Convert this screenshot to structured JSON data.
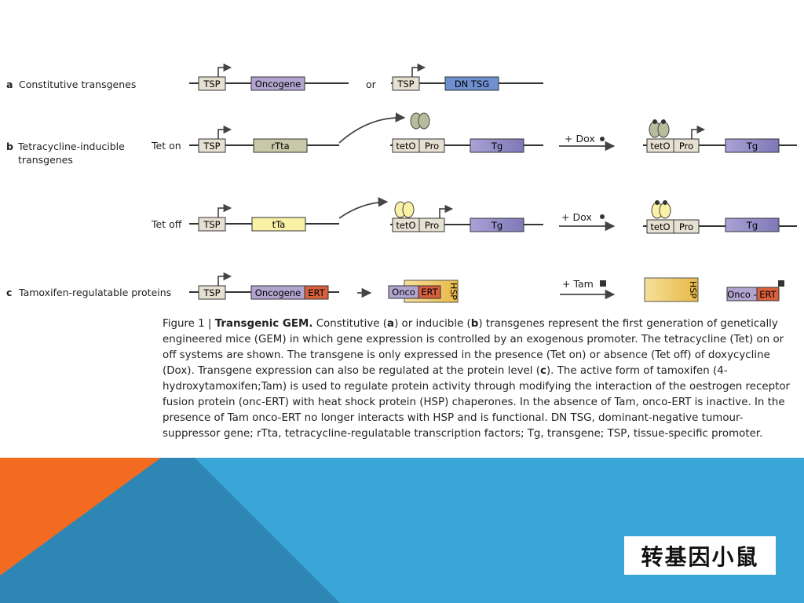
{
  "panels": {
    "a": {
      "letter": "a",
      "title": "Constitutive transgenes",
      "or": "or"
    },
    "b": {
      "letter": "b",
      "title_line1": "Tetracycline-inducible",
      "title_line2": "transgenes",
      "tet_on": "Tet on",
      "tet_off": "Tet off",
      "dox": "+ Dox"
    },
    "c": {
      "letter": "c",
      "title": "Tamoxifen-regulatable proteins",
      "tam": "+ Tam"
    }
  },
  "boxes": {
    "tsp": "TSP",
    "oncogene": "Oncogene",
    "dn_tsg": "DN TSG",
    "rtta": "rTta",
    "tta": "tTa",
    "teto": "tetO",
    "pro": "Pro",
    "tg": "Tg",
    "ert": "ERT",
    "onco": "Onco",
    "onco_dash": "Onco -",
    "hsp": "HSP"
  },
  "caption": {
    "fig": "Figure 1 | ",
    "title": "Transgenic GEM.",
    "t1": " Constitutive (",
    "a": "a",
    "t2": ") or inducible (",
    "b": "b",
    "t3": ") transgenes represent the first generation of genetically engineered mice (GEM) in which gene expression is controlled by an exogenous promoter. The tetracycline (Tet) on or off systems are shown. The transgene is only expressed in the presence (Tet on) or absence (Tet off) of doxycycline (Dox). Transgene expression can also be regulated at the protein level (",
    "c": "c",
    "t4": "). The active form of tamoxifen (4-hydroxytamoxifen;Tam) is used to regulate protein activity through modifying the interaction of the oestrogen receptor fusion protein (onc-ERT) with heat shock protein (HSP) chaperones. In the absence of Tam, onco-ERT is inactive. In the presence of Tam onco-ERT no longer interacts with HSP and is functional. DN TSG, dominant-negative tumour-suppressor gene; rTta, tetracycline-regulatable transcription factors; Tg, transgene; TSP, tissue-specific promoter."
  },
  "slide_title": "转基因小鼠",
  "colors": {
    "orange": "#f26b21",
    "blue": "#3aa6d8",
    "teal": "#2e86b4",
    "oncogene": "#b1a4cf",
    "dn_tsg": "#6f8fd0",
    "tg": "#a29bd0",
    "rtta": "#c7c9a8",
    "tta": "#f8f1a6",
    "hsp": "#f2d27d",
    "ert": "#d9603d",
    "tsp": "#e6e0d2"
  }
}
